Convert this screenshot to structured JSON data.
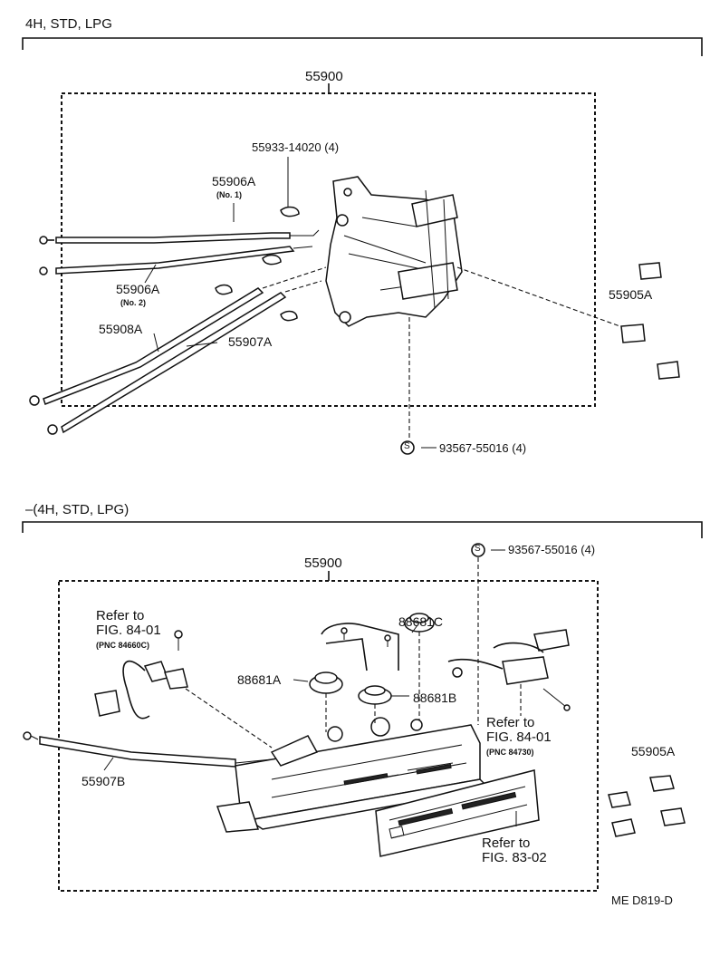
{
  "section_top": {
    "title": "4H, STD, LPG",
    "assembly": "55900",
    "labels": {
      "p1": "55933-14020 (4)",
      "p2": "55906A",
      "p2_sub": "(No. 1)",
      "p3": "55906A",
      "p3_sub": "(No. 2)",
      "p4": "55908A",
      "p5": "55907A",
      "p6": "55905A",
      "screw_symbol": "S",
      "screw": "93567-55016 (4)"
    }
  },
  "section_bottom": {
    "title": "–(4H, STD, LPG)",
    "assembly": "55900",
    "labels": {
      "screw_symbol": "S",
      "screw": "93567-55016 (4)",
      "refer1_l1": "Refer to",
      "refer1_l2": "FIG. 84-01",
      "refer1_pnc": "(PNC 84660C)",
      "b1": "88681C",
      "b2": "88681A",
      "b3": "88681B",
      "refer2_l1": "Refer to",
      "refer2_l2": "FIG. 84-01",
      "refer2_pnc": "(PNC 84730)",
      "b4": "55905A",
      "b5": "55907B",
      "refer3_l1": "Refer to",
      "refer3_l2": "FIG. 83-02"
    }
  },
  "footer": {
    "code": "ME  D819-D"
  }
}
